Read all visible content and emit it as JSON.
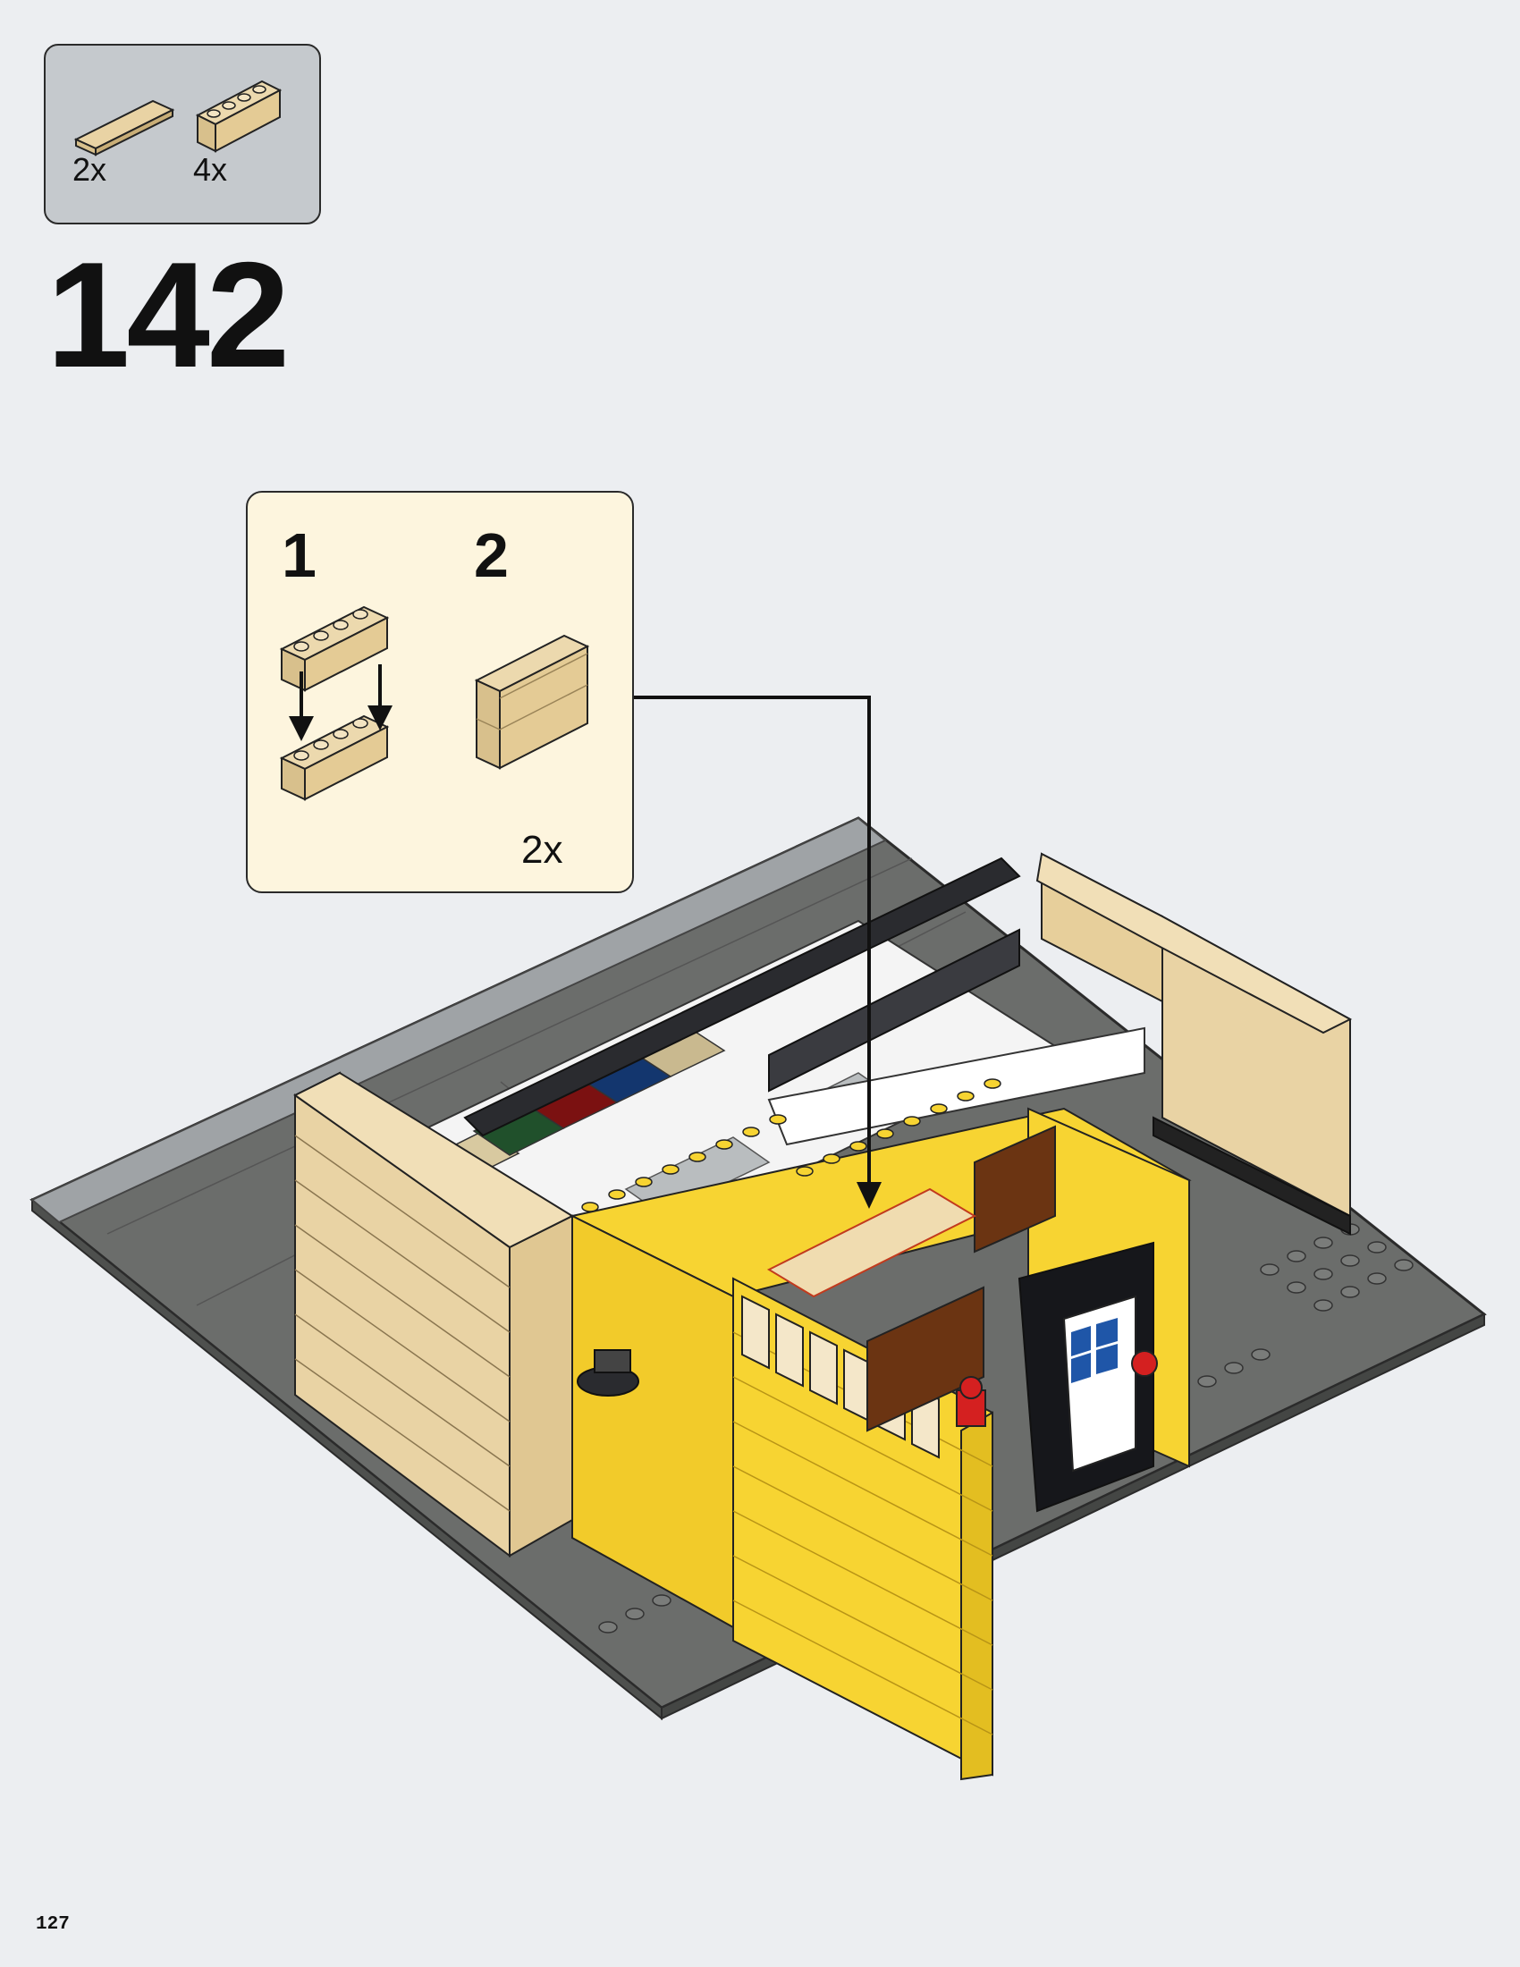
{
  "parts_list": {
    "items": [
      {
        "quantity": "2x",
        "icon": "tan-1x4-tile-icon"
      },
      {
        "quantity": "4x",
        "icon": "tan-1x4-brick-icon"
      }
    ]
  },
  "step": {
    "number": "142"
  },
  "sub_assembly": {
    "steps": [
      {
        "number": "1"
      },
      {
        "number": "2"
      }
    ],
    "quantity": "2x"
  },
  "page": {
    "number": "127"
  },
  "colors": {
    "page_bg": "#eceef1",
    "parts_panel_bg": "#c5c9cd",
    "sub_panel_bg": "#fdf5de",
    "tan": "#e9d3a4",
    "yellow": "#f7d432",
    "dark_gray": "#616361",
    "black": "#1b1c20"
  }
}
